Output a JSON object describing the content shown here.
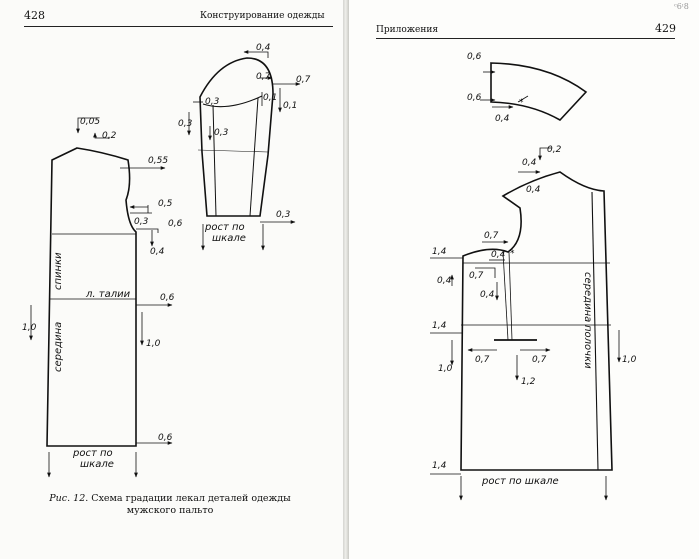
{
  "left_page": {
    "number": "428",
    "running_head": "Конструирование одежды",
    "caption_fig": "Рис. 12.",
    "caption_text": "Схема градации лекал деталей одежды",
    "caption_text2": "мужского пальто",
    "back": {
      "m_005": "0,05",
      "m_02": "0,2",
      "m_055": "0,55",
      "m_05": "0,5",
      "m_03": "0,3",
      "m_06a": "0,6",
      "m_04": "0,4",
      "m_06b": "0,6",
      "m_10a": "1,0",
      "m_10b": "1,0",
      "m_06c": "0,6",
      "waist_label": "л. талии",
      "back_label_a": "спинки",
      "back_label_b": "середина",
      "size_label_a": "рост по",
      "size_label_b": "шкале"
    },
    "sleeve": {
      "m_04": "0,4",
      "m_07a": "0,7",
      "m_07b": "0,7",
      "m_03a": "0,3",
      "m_01a": "0,1",
      "m_01b": "0,1",
      "m_03b": "0,3",
      "m_03c": "0,3",
      "m_03d": "0,3",
      "size_label_a": "рост по",
      "size_label_b": "шкале"
    }
  },
  "right_page": {
    "number": "429",
    "running_head": "Приложения",
    "corner_mark": "ᶜ6ᶦ8",
    "collar": {
      "m_06a": "0,6",
      "m_06b": "0,6",
      "m_04": "0,4"
    },
    "front": {
      "m_04a": "0,4",
      "m_02": "0,2",
      "m_04b": "0,4",
      "m_07a": "0,7",
      "m_04c": "0,4",
      "m_14a": "1,4",
      "m_04d": "0,4",
      "m_07b": "0,7",
      "m_04e": "0,4",
      "m_14b": "1,4",
      "m_10a": "1,0",
      "m_07c": "0,7",
      "m_07d": "0,7",
      "m_12": "1,2",
      "m_10b": "1,0",
      "m_14c": "1,4",
      "front_label_a": "середина",
      "front_label_b": "полочки",
      "size_label": "рост  по  шкале"
    }
  }
}
